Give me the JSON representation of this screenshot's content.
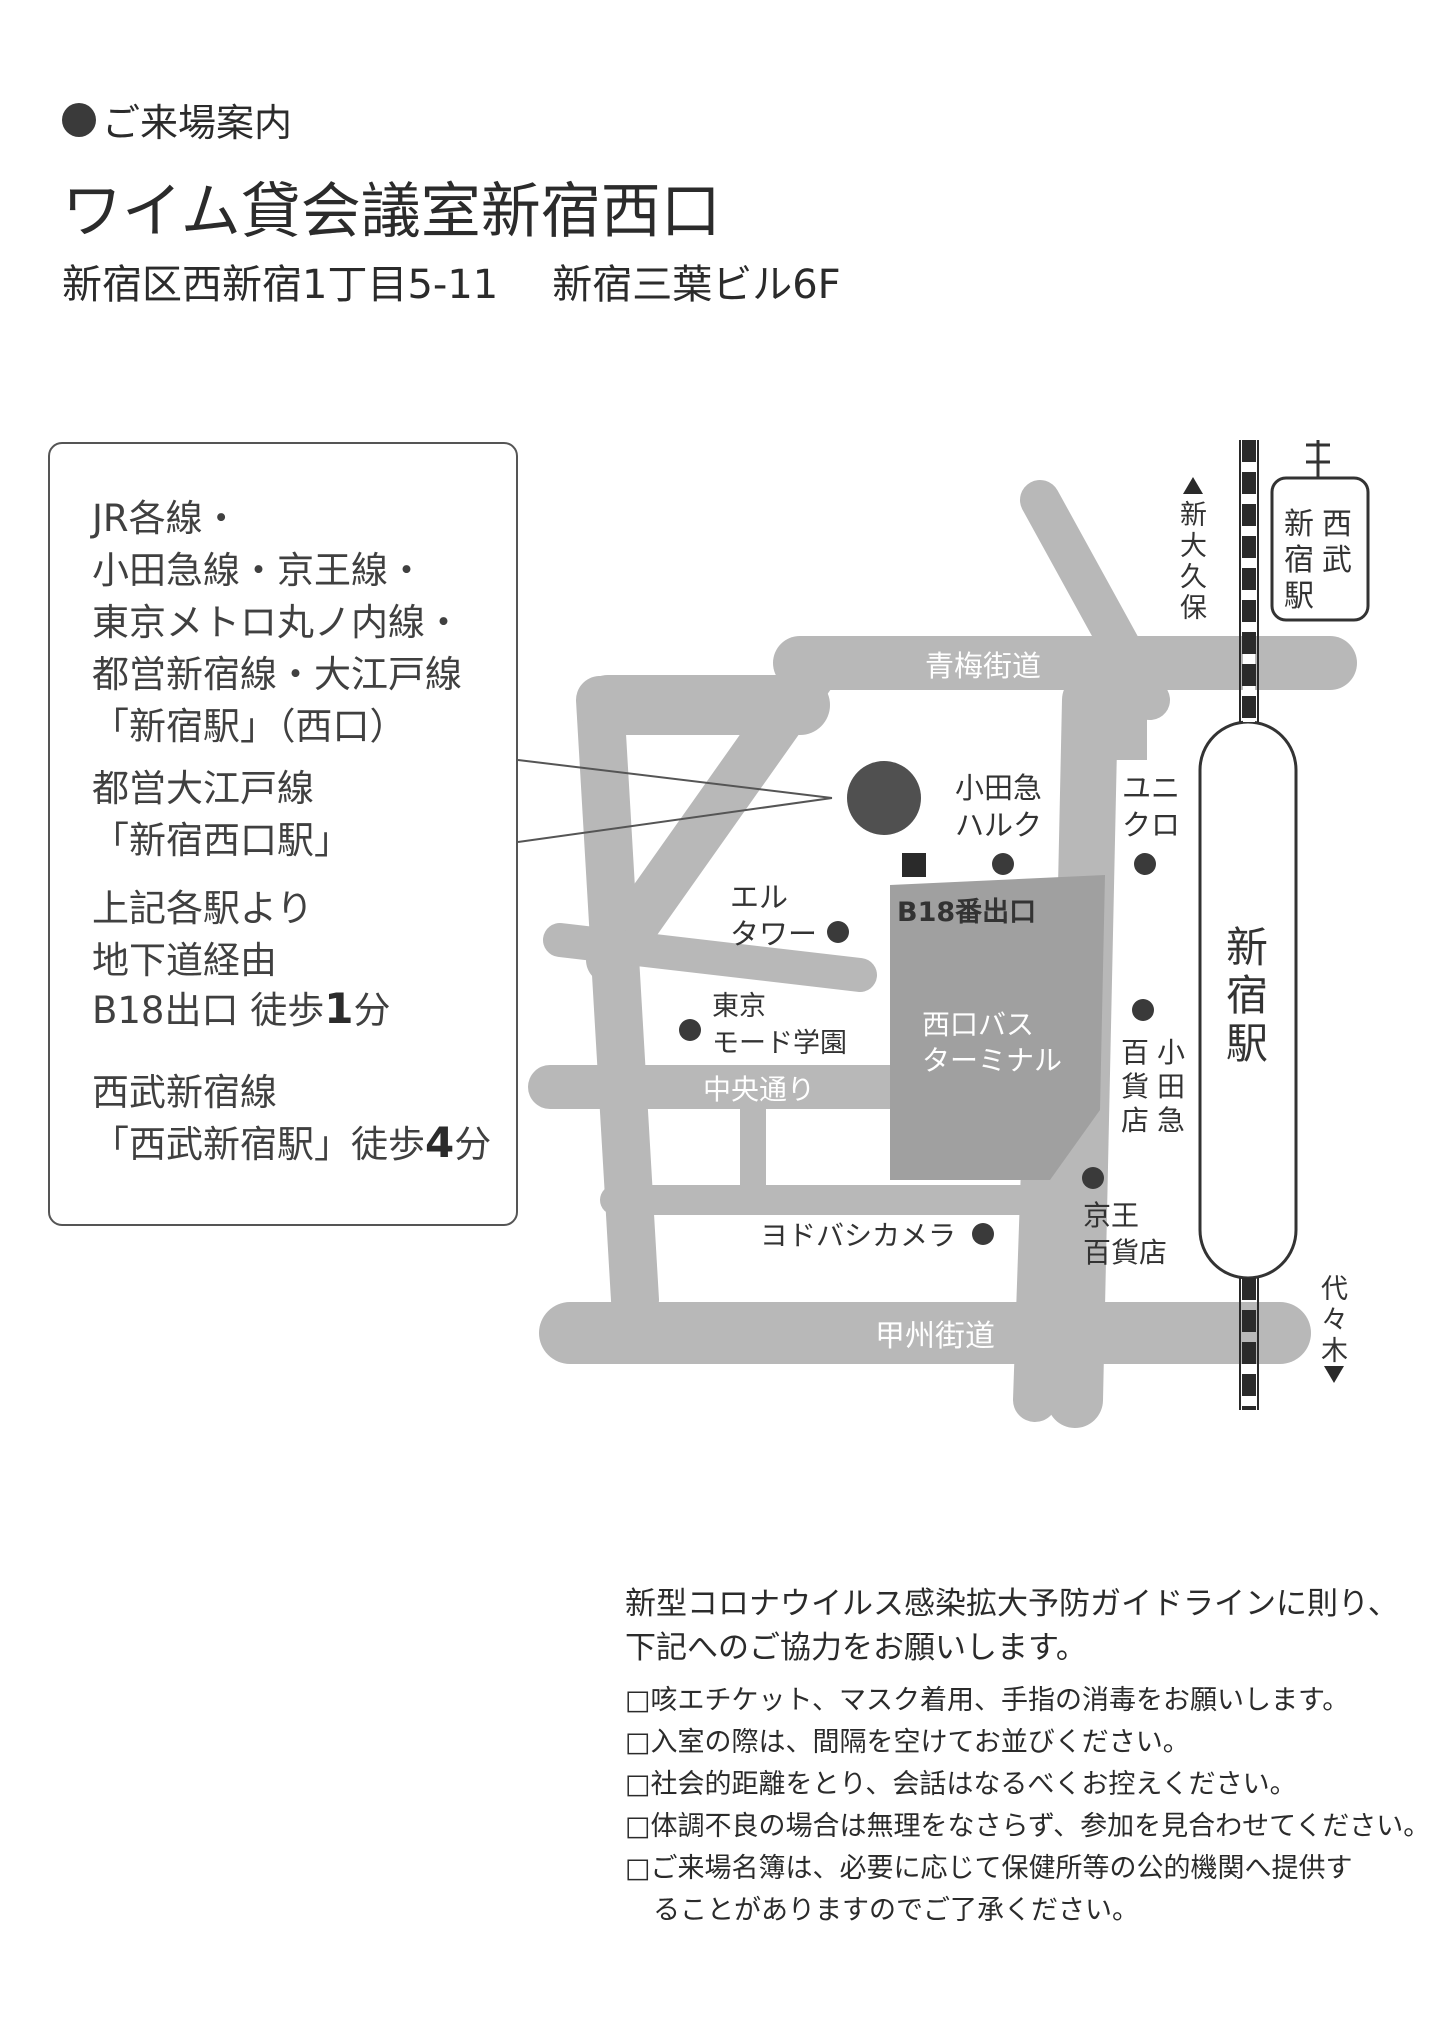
{
  "header": {
    "subtitle": "ご来場案内",
    "title": "ワイム貸会議室新宿西口",
    "address": "新宿区西新宿1丁目5-11",
    "building": "新宿三葉ビル6F"
  },
  "access": {
    "lines": [
      "JR各線・",
      "小田急線・京王線・",
      "東京メトロ丸ノ内線・",
      "都営新宿線・大江戸線",
      "「新宿駅」（西口）",
      "都営大江戸線",
      "「新宿西口駅」",
      "上記各駅より",
      "地下道経由"
    ],
    "walk1_prefix": "B18出口 徒歩",
    "walk1_num": "1",
    "walk1_unit": "分",
    "seibu_line": "西武新宿線",
    "walk2_prefix": "「西武新宿駅」徒歩",
    "walk2_num": "4",
    "walk2_unit": "分"
  },
  "map": {
    "roads": {
      "ome": "青梅街道",
      "chuo": "中央通り",
      "koshu": "甲州街道"
    },
    "places": {
      "odakyu_halc": [
        "小田急",
        "ハルク"
      ],
      "uniqlo": [
        "ユニ",
        "クロ"
      ],
      "exit_b18": "B18番出口",
      "el_tower": [
        "エル",
        "タワー"
      ],
      "mode_gakuen": [
        "東京",
        "モード学園"
      ],
      "bus_terminal": [
        "西口バス",
        "ターミナル"
      ],
      "odakyu_dept": [
        "小",
        "田",
        "急"
      ],
      "odakyu_dept2": [
        "百",
        "貨",
        "店"
      ],
      "keio_dept": [
        "京王",
        "百貨店"
      ],
      "yodobashi": "ヨドバシカメラ"
    },
    "stations": {
      "shinjuku": [
        "新",
        "宿",
        "駅"
      ],
      "seibu": [
        "西",
        "武"
      ],
      "seibu2": [
        "新",
        "宿",
        "駅"
      ],
      "shin_okubo": [
        "新",
        "大",
        "久",
        "保"
      ],
      "yoyogi": [
        "代",
        "々",
        "木"
      ]
    },
    "colors": {
      "road": "#b8b8b8",
      "bus_area": "#a0a0a0",
      "marker": "#3a3a3a",
      "rail": "#2a2a2a"
    }
  },
  "notice": {
    "intro1": "新型コロナウイルス感染拡大予防ガイドラインに則り、",
    "intro2": "下記へのご協力をお願いします。",
    "items": [
      "□咳エチケット、マスク着用、手指の消毒をお願いします。",
      "□入室の際は、間隔を空けてお並びください。",
      "□社会的距離をとり、会話はなるべくお控えください。",
      "□体調不良の場合は無理をなさらず、参加を見合わせてください。",
      "□ご来場名簿は、必要に応じて保健所等の公的機関へ提供す"
    ],
    "item_cont": "ることがありますのでご了承ください。"
  }
}
